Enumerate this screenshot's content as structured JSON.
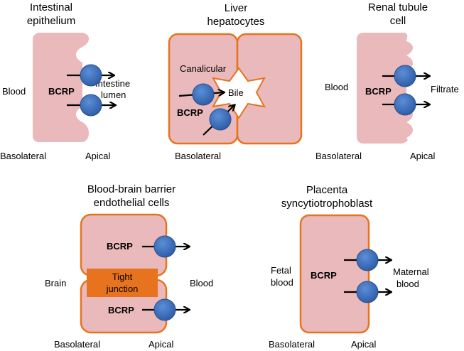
{
  "colors": {
    "cell_fill": "#e9b9bb",
    "cell_outline": "#e8731f",
    "tight_junction": "#e8731f",
    "transporter": "#3f72c0",
    "transporter_dark": "#2a4f8c",
    "bile_star": "#ffffff"
  },
  "panels": {
    "intestine": {
      "title_1": "Intestinal",
      "title_2": "epithelium",
      "left_label": "Blood",
      "right_label_1": "Intestine",
      "right_label_2": "lumen",
      "transporter": "BCRP",
      "basolateral": "Basolateral",
      "apical": "Apical"
    },
    "liver": {
      "title_1": "Liver",
      "title_2": "hepatocytes",
      "canalicular": "Canalicular",
      "bile": "Bile",
      "transporter": "BCRP",
      "basolateral": "Basolateral"
    },
    "renal": {
      "title_1": "Renal tubule",
      "title_2": "cell",
      "left_label": "Blood",
      "right_label": "Filtrate",
      "transporter": "BCRP",
      "basolateral": "Basolateral",
      "apical": "Apical"
    },
    "bbb": {
      "title_1": "Blood-brain barrier",
      "title_2": "endothelial cells",
      "left_label": "Brain",
      "right_label": "Blood",
      "tight_junction_1": "Tight",
      "tight_junction_2": "junction",
      "transporter_top": "BCRP",
      "transporter_bottom": "BCRP",
      "basolateral": "Basolateral",
      "apical": "Apical"
    },
    "placenta": {
      "title_1": "Placenta",
      "title_2": "syncytiotrophoblast",
      "left_label_1": "Fetal",
      "left_label_2": "blood",
      "right_label_1": "Maternal",
      "right_label_2": "blood",
      "transporter": "BCRP",
      "basolateral": "Basolateral",
      "apical": "Apical"
    }
  }
}
